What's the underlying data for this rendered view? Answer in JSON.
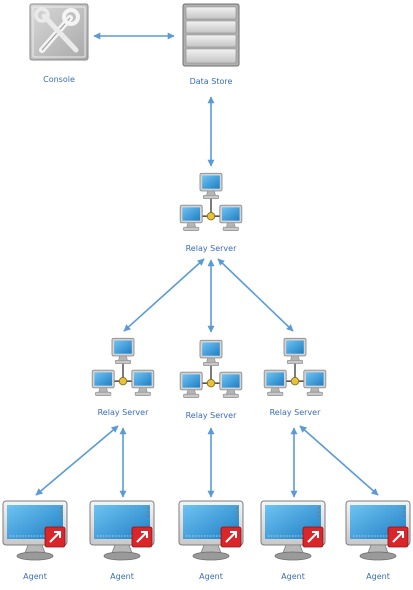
{
  "nodes": {
    "console": {
      "label": "Console",
      "icon": "console-tools-icon"
    },
    "datastore": {
      "label": "Data Store",
      "icon": "database-server-icon"
    },
    "relay_top": {
      "label": "Relay Server",
      "icon": "network-computers-icon"
    },
    "relay_left": {
      "label": "Relay Server",
      "icon": "network-computers-icon"
    },
    "relay_mid": {
      "label": "Relay Server",
      "icon": "network-computers-icon"
    },
    "relay_right": {
      "label": "Relay Server",
      "icon": "network-computers-icon"
    },
    "agent1": {
      "label": "Agent",
      "icon": "agent-monitor-icon"
    },
    "agent2": {
      "label": "Agent",
      "icon": "agent-monitor-icon"
    },
    "agent3": {
      "label": "Agent",
      "icon": "agent-monitor-icon"
    },
    "agent4": {
      "label": "Agent",
      "icon": "agent-monitor-icon"
    },
    "agent5": {
      "label": "Agent",
      "icon": "agent-monitor-icon"
    }
  },
  "edges": [
    {
      "from": "console",
      "to": "datastore",
      "direction": "both"
    },
    {
      "from": "datastore",
      "to": "relay_top",
      "direction": "both"
    },
    {
      "from": "relay_top",
      "to": "relay_left",
      "direction": "both"
    },
    {
      "from": "relay_top",
      "to": "relay_mid",
      "direction": "both"
    },
    {
      "from": "relay_top",
      "to": "relay_right",
      "direction": "both"
    },
    {
      "from": "relay_left",
      "to": "agent1",
      "direction": "both"
    },
    {
      "from": "relay_left",
      "to": "agent2",
      "direction": "both"
    },
    {
      "from": "relay_mid",
      "to": "agent3",
      "direction": "both"
    },
    {
      "from": "relay_right",
      "to": "agent4",
      "direction": "both"
    },
    {
      "from": "relay_right",
      "to": "agent5",
      "direction": "both"
    }
  ],
  "colors": {
    "edge": "#5b9bd5",
    "label": "#3a6db3",
    "agent_badge": "#d9262b"
  }
}
